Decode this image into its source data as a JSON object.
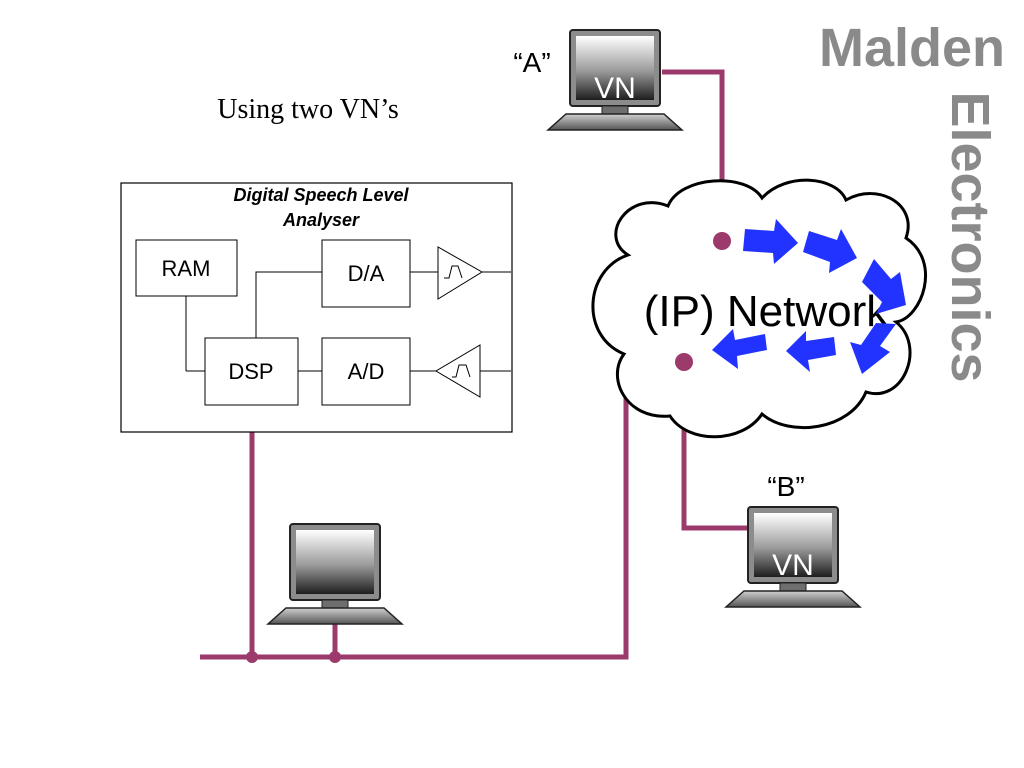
{
  "slide": {
    "title": "Using two VN’s",
    "brand_line1": "Malden",
    "brand_line2": "Electronics"
  },
  "analyser": {
    "title_line1": "Digital Speech Level",
    "title_line2": "Analyser",
    "blocks": {
      "ram": "RAM",
      "dsp": "DSP",
      "da": "D/A",
      "ad": "A/D"
    }
  },
  "network": {
    "label": "(IP) Network"
  },
  "nodes": {
    "a_label": "“A”",
    "b_label": "“B”",
    "vn_label": "VN"
  },
  "colors": {
    "link": "#9b3a6b",
    "arrow": "#2233ff",
    "brand": "#8a8a8a"
  }
}
